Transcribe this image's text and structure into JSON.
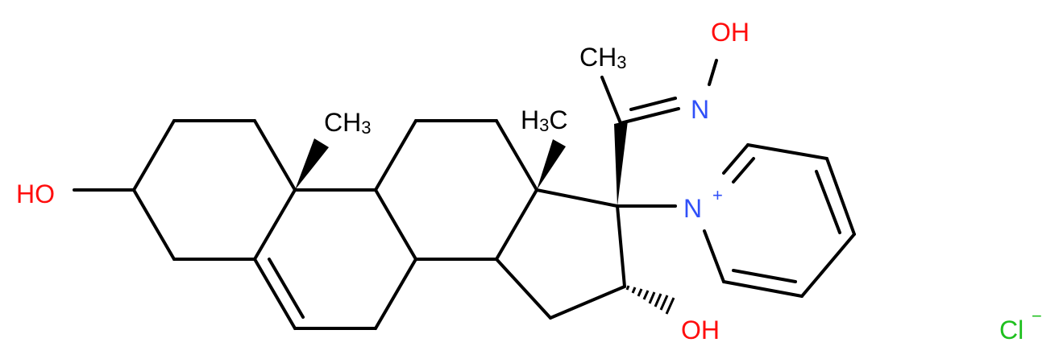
{
  "molecule": {
    "description": "Steroid pyridinium oxime chloride salt structure",
    "colors": {
      "carbon_bonds": "#000000",
      "oxygen": "#ff0d0d",
      "nitrogen": "#3050f8",
      "chlorine": "#1fc01f"
    },
    "labels": {
      "ho_c3": "HO",
      "ch3_c10": "CH",
      "ch3_c10_sub": "3",
      "h3c_c13_h": "H",
      "h3c_c13_sub": "3",
      "h3c_c13_c": "C",
      "ch3_c21": "CH",
      "ch3_c21_sub": "3",
      "oxime_n": "N",
      "oxime_oh": "OH",
      "pyridinium_n": "N",
      "pyridinium_charge": "+",
      "oh_c16": "OH",
      "chloride": "Cl",
      "chloride_charge": "−"
    }
  }
}
